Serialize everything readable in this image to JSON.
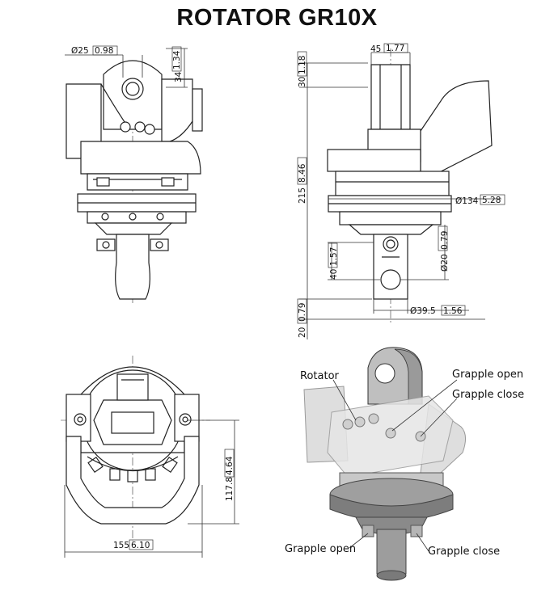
{
  "title": "ROTATOR  GR10X",
  "dimensions": {
    "top_pin_dia": "25",
    "top_pin_dia_in": "0.98",
    "top_height": "34",
    "top_height_in": "1.34",
    "lug_width": "45",
    "lug_width_in": "1.77",
    "top_offset": "30",
    "top_offset_in": "1.18",
    "body_height": "215",
    "body_height_in": "8.46",
    "flange_dia": "134",
    "flange_dia_in": "5.28",
    "shaft_offset": "40",
    "shaft_offset_in": "1.57",
    "bottom_hole_dia": "20",
    "bottom_hole_dia_in": "0.79",
    "bottom_height": "20",
    "bottom_height_in": "0.79",
    "shaft_dia": "39.5",
    "shaft_dia_in": "1.56",
    "bottom_view_height": "117.8",
    "bottom_view_height_in": "4.64",
    "bottom_view_width": "155",
    "bottom_view_width_in": "6.10"
  },
  "labels": {
    "rotator": "Rotator",
    "grapple_open_top": "Grapple open",
    "grapple_close_top": "Grapple close",
    "grapple_open_bottom": "Grapple open",
    "grapple_close_bottom": "Grapple close"
  },
  "symbols": {
    "diameter": "Ø"
  }
}
